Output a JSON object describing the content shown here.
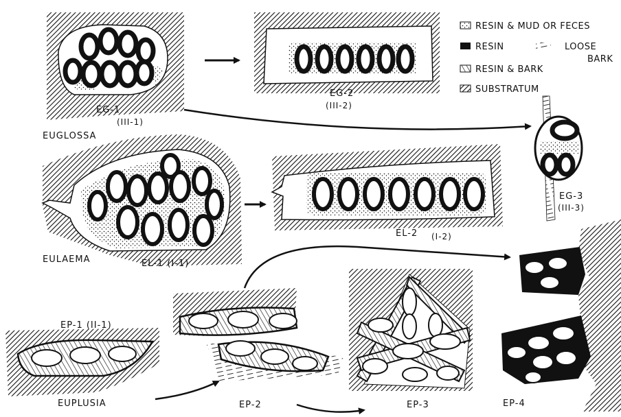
{
  "legend": {
    "resin_mud": "RESIN & MUD OR FECES",
    "resin": "RESIN",
    "loose_bark_1": "LOOSE",
    "loose_bark_2": "BARK",
    "resin_bark": "RESIN & BARK",
    "substratum": "SUBSTRATUM"
  },
  "labels": {
    "eg1": "EG-1",
    "eg1_sub": "(III-1)",
    "eg2": "EG-2",
    "eg2_sub": "(III-2)",
    "eg3": "EG-3",
    "eg3_sub": "(III-3)",
    "euglossa": "EUGLOSSA",
    "eulaema": "EULAEMA",
    "el1": "EL-1  (I-1)",
    "el2": "EL-2",
    "el2_sub": "(I-2)",
    "ep1": "EP-1 (II-1)",
    "euplusia": "EUPLUSIA",
    "ep2": "EP-2",
    "ep3": "EP-3",
    "ep4": "EP-4"
  },
  "colors": {
    "ink": "#111111",
    "paper": "#ffffff"
  }
}
